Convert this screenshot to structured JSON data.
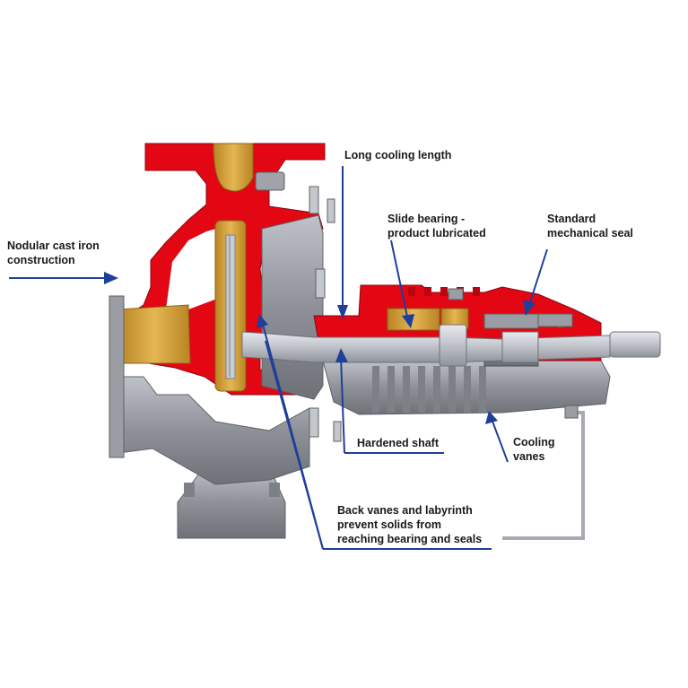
{
  "labels": {
    "long_cooling": [
      "Long cooling length"
    ],
    "slide_bearing": [
      "Slide bearing -",
      "product lubricated"
    ],
    "mech_seal": [
      "Standard",
      "mechanical seal"
    ],
    "cast_iron": [
      "Nodular cast iron",
      "construction"
    ],
    "hardened_shaft": [
      "Hardened shaft"
    ],
    "cooling_vanes": [
      "Cooling",
      "vanes"
    ],
    "back_vanes": [
      "Back vanes and labyrinth",
      "prevent solids from",
      "reaching bearing and seals"
    ]
  },
  "colors": {
    "casing_red": "#e30613",
    "brass": "#d4a23a",
    "steel_grey": "#9a9da3",
    "shaft_light": "#c9ccd3",
    "leader_blue": "#1f3f9a"
  }
}
